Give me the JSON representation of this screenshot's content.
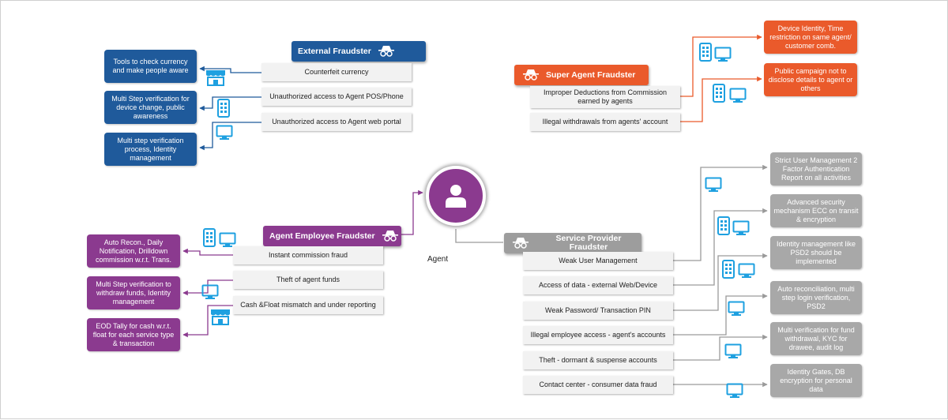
{
  "center": {
    "label": "Agent"
  },
  "groups": {
    "external": {
      "title": "External Fraudster",
      "threats": [
        "Counterfeit currency",
        "Unauthorized access to Agent POS/Phone",
        "Unauthorized access to Agent web portal"
      ],
      "mitigations": [
        "Tools to check currency and make people aware",
        "Multi Step verification for device change, public awareness",
        "Multi step verification process, Identity management"
      ]
    },
    "super": {
      "title": "Super Agent Fraudster",
      "threats": [
        "Improper Deductions from Commission earned by agents",
        "Illegal withdrawals from agents' account"
      ],
      "mitigations": [
        "Device Identity, Time restriction on  same agent/ customer comb.",
        "Public campaign not to disclose details to agent or others"
      ]
    },
    "employee": {
      "title": "Agent Employee Fraudster",
      "threats": [
        "Instant commission fraud",
        "Theft of agent funds",
        "Cash &Float mismatch and under reporting"
      ],
      "mitigations": [
        "Auto Recon., Daily Notification, Drilldown commission w.r.t. Trans.",
        "Multi Step verification to withdraw funds, Identity management",
        "EOD Tally for cash w.r.t. float for each service type & transaction"
      ]
    },
    "provider": {
      "title": "Service Provider Fraudster",
      "threats": [
        "Weak User Management",
        "Access of data - external Web/Device",
        "Weak Password/ Transaction PIN",
        "Illegal employee access - agent's accounts",
        "Theft  - dormant & suspense accounts",
        "Contact center - consumer data fraud"
      ],
      "mitigations": [
        "Strict User Management 2 Factor Authentication Report on all activities",
        "Advanced security mechanism ECC on transit & encryption",
        "Identity management like PSD2 should be implemented",
        "Auto reconciliation, multi step login verification, PSD2",
        "Multi verification for fund withdrawal, KYC for drawee, audit log",
        "Identity Gates, DB encryption for personal data"
      ]
    }
  },
  "colors": {
    "external": "#1f5a9b",
    "super": "#ea5a2b",
    "employee": "#8b3a8f",
    "provider": "#a8a8a8",
    "icon": "#1ea0e0"
  },
  "icons": [
    "spy-icon",
    "store-icon",
    "mobile-icon",
    "desktop-icon",
    "user-icon"
  ]
}
